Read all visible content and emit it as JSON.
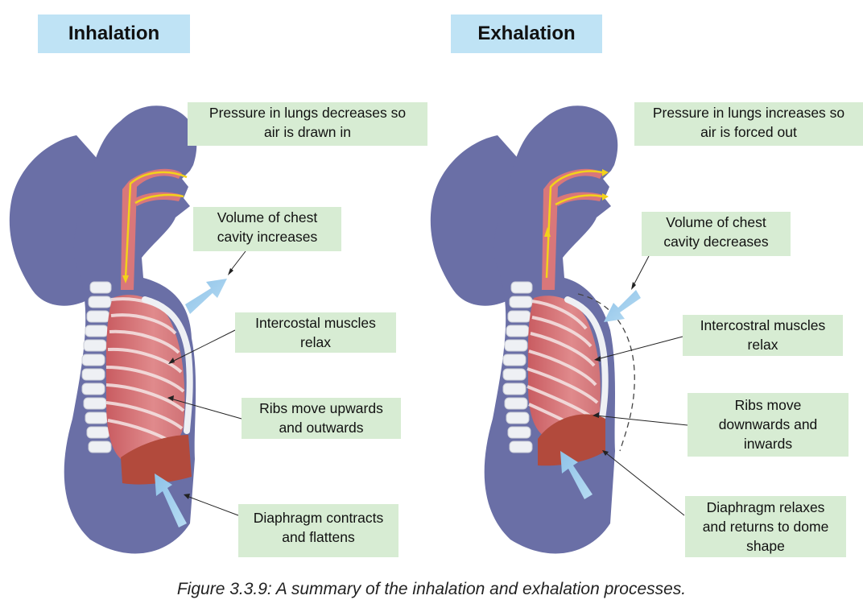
{
  "headings": {
    "inhalation": "Inhalation",
    "exhalation": "Exhalation"
  },
  "inhalation_labels": {
    "pressure": "Pressure in lungs decreases so\nair is drawn in",
    "volume": "Volume of chest\ncavity increases",
    "intercostal": "Intercostal muscles\nrelax",
    "ribs": "Ribs move upwards\nand outwards",
    "diaphragm": "Diaphragm contracts\nand flattens"
  },
  "exhalation_labels": {
    "pressure": "Pressure in lungs increases so\nair is forced out",
    "volume": "Volume of chest\ncavity decreases",
    "intercostal": "Intercostral muscles\nrelax",
    "ribs": "Ribs move\ndownwards and\ninwards",
    "diaphragm": "Diaphragm relaxes\nand returns to dome\nshape"
  },
  "caption": "Figure 3.3.9: A summary of the inhalation and exhalation processes.",
  "colors": {
    "heading_bg": "#bfe3f5",
    "label_bg": "#d7ecd3",
    "body": "#6a6fa6",
    "lungs": "#d9777a",
    "diaphragm": "#b24a3c",
    "airway_arrow": "#f2d21b",
    "movement_arrow": "#9fcbea"
  }
}
